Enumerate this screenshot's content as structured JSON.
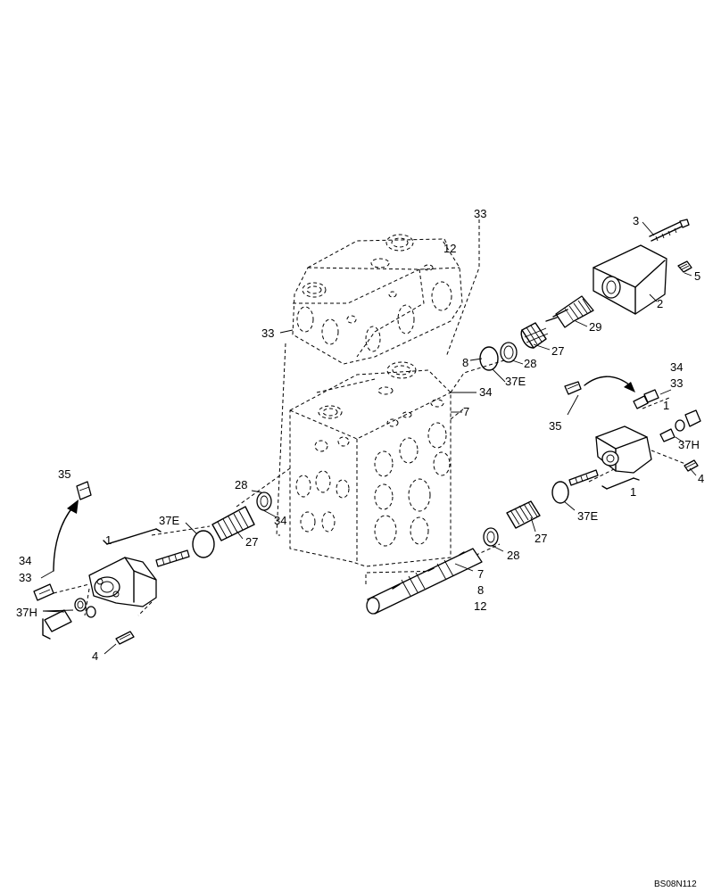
{
  "diagram": {
    "callouts": {
      "c3_top": "3",
      "c5_top": "5",
      "c2_top": "2",
      "c29": "29",
      "c27_upper": "27",
      "c28_upper": "28",
      "c8_upper": "8",
      "c37e_upper": "37E",
      "c33_top": "33",
      "c12_top": "12",
      "c33_left": "33",
      "c34_mid": "34",
      "c7_mid": "7",
      "c34_right": "34",
      "c33_right": "33",
      "c1_right": "1",
      "c35_right": "35",
      "c37h_right": "37H",
      "c4_right": "4",
      "c1_right_low": "1",
      "c37e_right": "37E",
      "c27_right": "27",
      "c28_right": "28",
      "c7_spool": "7",
      "c8_spool": "8",
      "c12_spool": "12",
      "c28_left": "28",
      "c34_left": "34",
      "c27_left": "27",
      "c37e_left": "37E",
      "c1_left": "1",
      "c35_left": "35",
      "c34_far_left": "34",
      "c33_far_left": "33",
      "c37h_left": "37H",
      "c4_left": "4"
    },
    "figure_code": "BS08N112"
  }
}
